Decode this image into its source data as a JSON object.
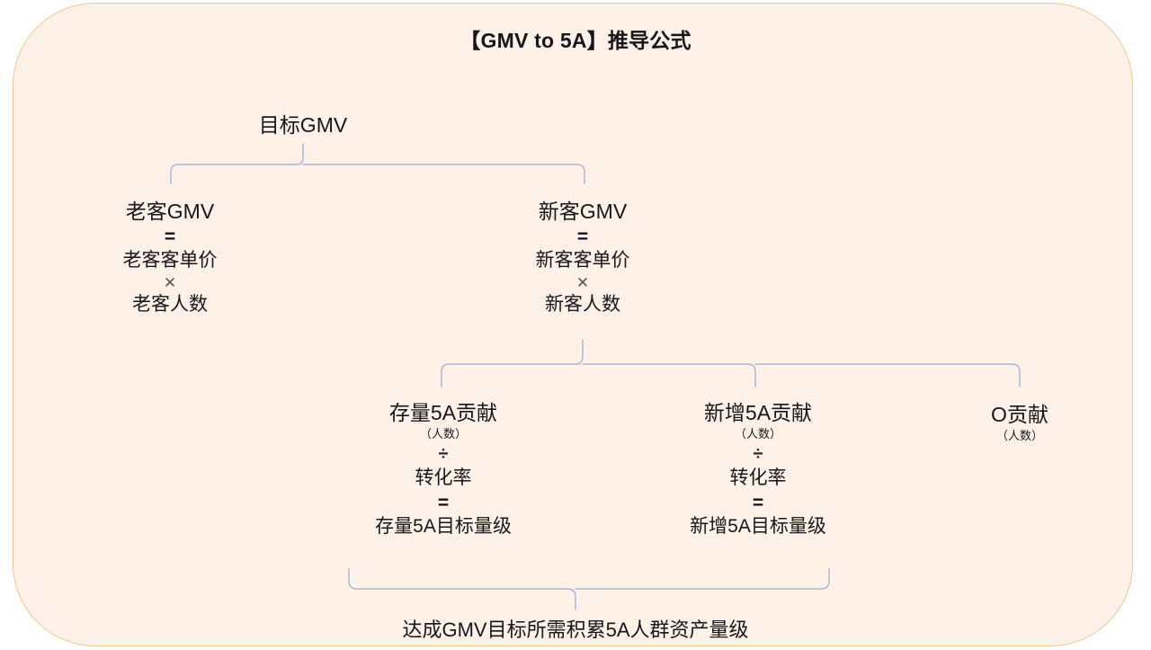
{
  "panel": {
    "background_color": "#FDF1E8",
    "border_color": "#F3C68D"
  },
  "header": {
    "title": "【GMV to 5A】推导公式"
  },
  "connector": {
    "color": "#A8B8D6"
  },
  "operators": {
    "equals": "=",
    "times": "✕",
    "divide": "÷"
  },
  "tree": {
    "root": {
      "label": "目标GMV"
    },
    "level1": [
      {
        "label": "老客GMV",
        "op1": "=",
        "factor1": "老客客单价",
        "op2": "✕",
        "factor2": "老客人数"
      },
      {
        "label": "新客GMV",
        "op1": "=",
        "factor1": "新客客单价",
        "op2": "✕",
        "factor2": "新客人数"
      }
    ],
    "level2": [
      {
        "label": "存量5A贡献",
        "sub": "（人数）",
        "op1": "÷",
        "factor1": "转化率",
        "op2": "=",
        "result": "存量5A目标量级"
      },
      {
        "label": "新增5A贡献",
        "sub": "（人数）",
        "op1": "÷",
        "factor1": "转化率",
        "op2": "=",
        "result": "新增5A目标量级"
      },
      {
        "label": "O贡献",
        "sub": "（人数）"
      }
    ],
    "summary": {
      "label": "达成GMV目标所需积累5A人群资产量级"
    }
  }
}
